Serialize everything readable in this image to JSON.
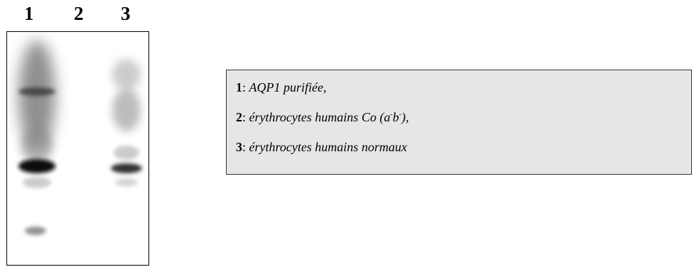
{
  "lanes": [
    "1",
    "2",
    "3"
  ],
  "legend": {
    "items": [
      {
        "num": "1",
        "sep": ": ",
        "text": "AQP1 purifiée",
        "trail": ","
      },
      {
        "num": "2",
        "sep": ": ",
        "text_before": "érythrocytes humains Co (a",
        "sup1": "-",
        "mid": "b",
        "sup2": "-",
        "text_after": "),",
        "trail": ""
      },
      {
        "num": "3",
        "sep": ": ",
        "text": "érythrocytes humains normaux",
        "trail": ""
      }
    ]
  }
}
